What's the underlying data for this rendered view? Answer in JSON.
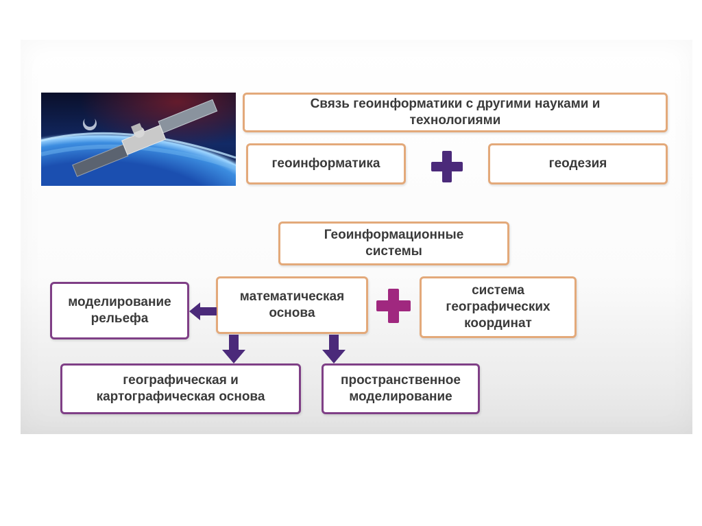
{
  "header": {
    "title": "Связь геоинформатики  с другими науками и\nтехнологиями"
  },
  "top_row": {
    "left": "геоинформатика",
    "right": "геодезия"
  },
  "diagram": {
    "center_title": "Геоинформационные\nсистемы",
    "math_basis": "математическая\nосновa",
    "coord_system": "система\nгеографических\nкоординат",
    "relief_modeling": "моделирование\nрельефа",
    "geo_carto_basis": "географическая и\nкартографическая основа",
    "spatial_modeling": "пространственное\nмоделирование"
  },
  "colors": {
    "orange_border": "#e3a97a",
    "purple_border": "#7f3f86",
    "plus_dark": "#4b2a7a",
    "plus_magenta": "#a0287f",
    "arrow": "#4b2a7a"
  },
  "icons": {
    "satellite_image": "satellite-over-earth",
    "plus_1": "plus-icon",
    "plus_2": "plus-icon"
  }
}
